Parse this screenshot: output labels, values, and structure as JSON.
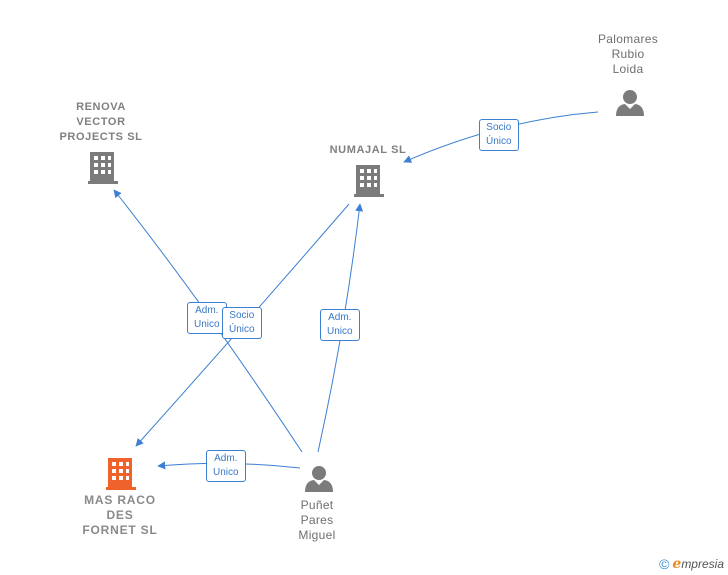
{
  "nodes": {
    "renova": {
      "lines": [
        "RENOVA",
        "VECTOR",
        "PROJECTS  SL"
      ]
    },
    "numajal": {
      "lines": [
        "NUMAJAL  SL"
      ]
    },
    "palomares": {
      "lines": [
        "Palomares",
        "Rubio",
        "Loida"
      ]
    },
    "masraco": {
      "lines": [
        "MAS RACO",
        "DES",
        "FORNET  SL"
      ]
    },
    "punet": {
      "lines": [
        "Puñet",
        "Pares",
        "Miguel"
      ]
    }
  },
  "edges": {
    "palomares_numajal": {
      "lines": [
        "Socio",
        "Único"
      ]
    },
    "masraco_renova": {
      "lines": [
        "Adm.",
        "Unico"
      ]
    },
    "masraco_numajal": {
      "lines": [
        "Socio",
        "Único"
      ]
    },
    "punet_numajal": {
      "lines": [
        "Adm.",
        "Unico"
      ]
    },
    "punet_masraco": {
      "lines": [
        "Adm.",
        "Unico"
      ]
    }
  },
  "colors": {
    "edge": "#3d7fd2",
    "company_icon": "#7b7b7b",
    "main_company_icon": "#f0622b",
    "person_icon": "#7b7b7b"
  },
  "footer": {
    "copyright_symbol": "©",
    "brand_initial": "e",
    "brand_rest": "mpresia"
  }
}
